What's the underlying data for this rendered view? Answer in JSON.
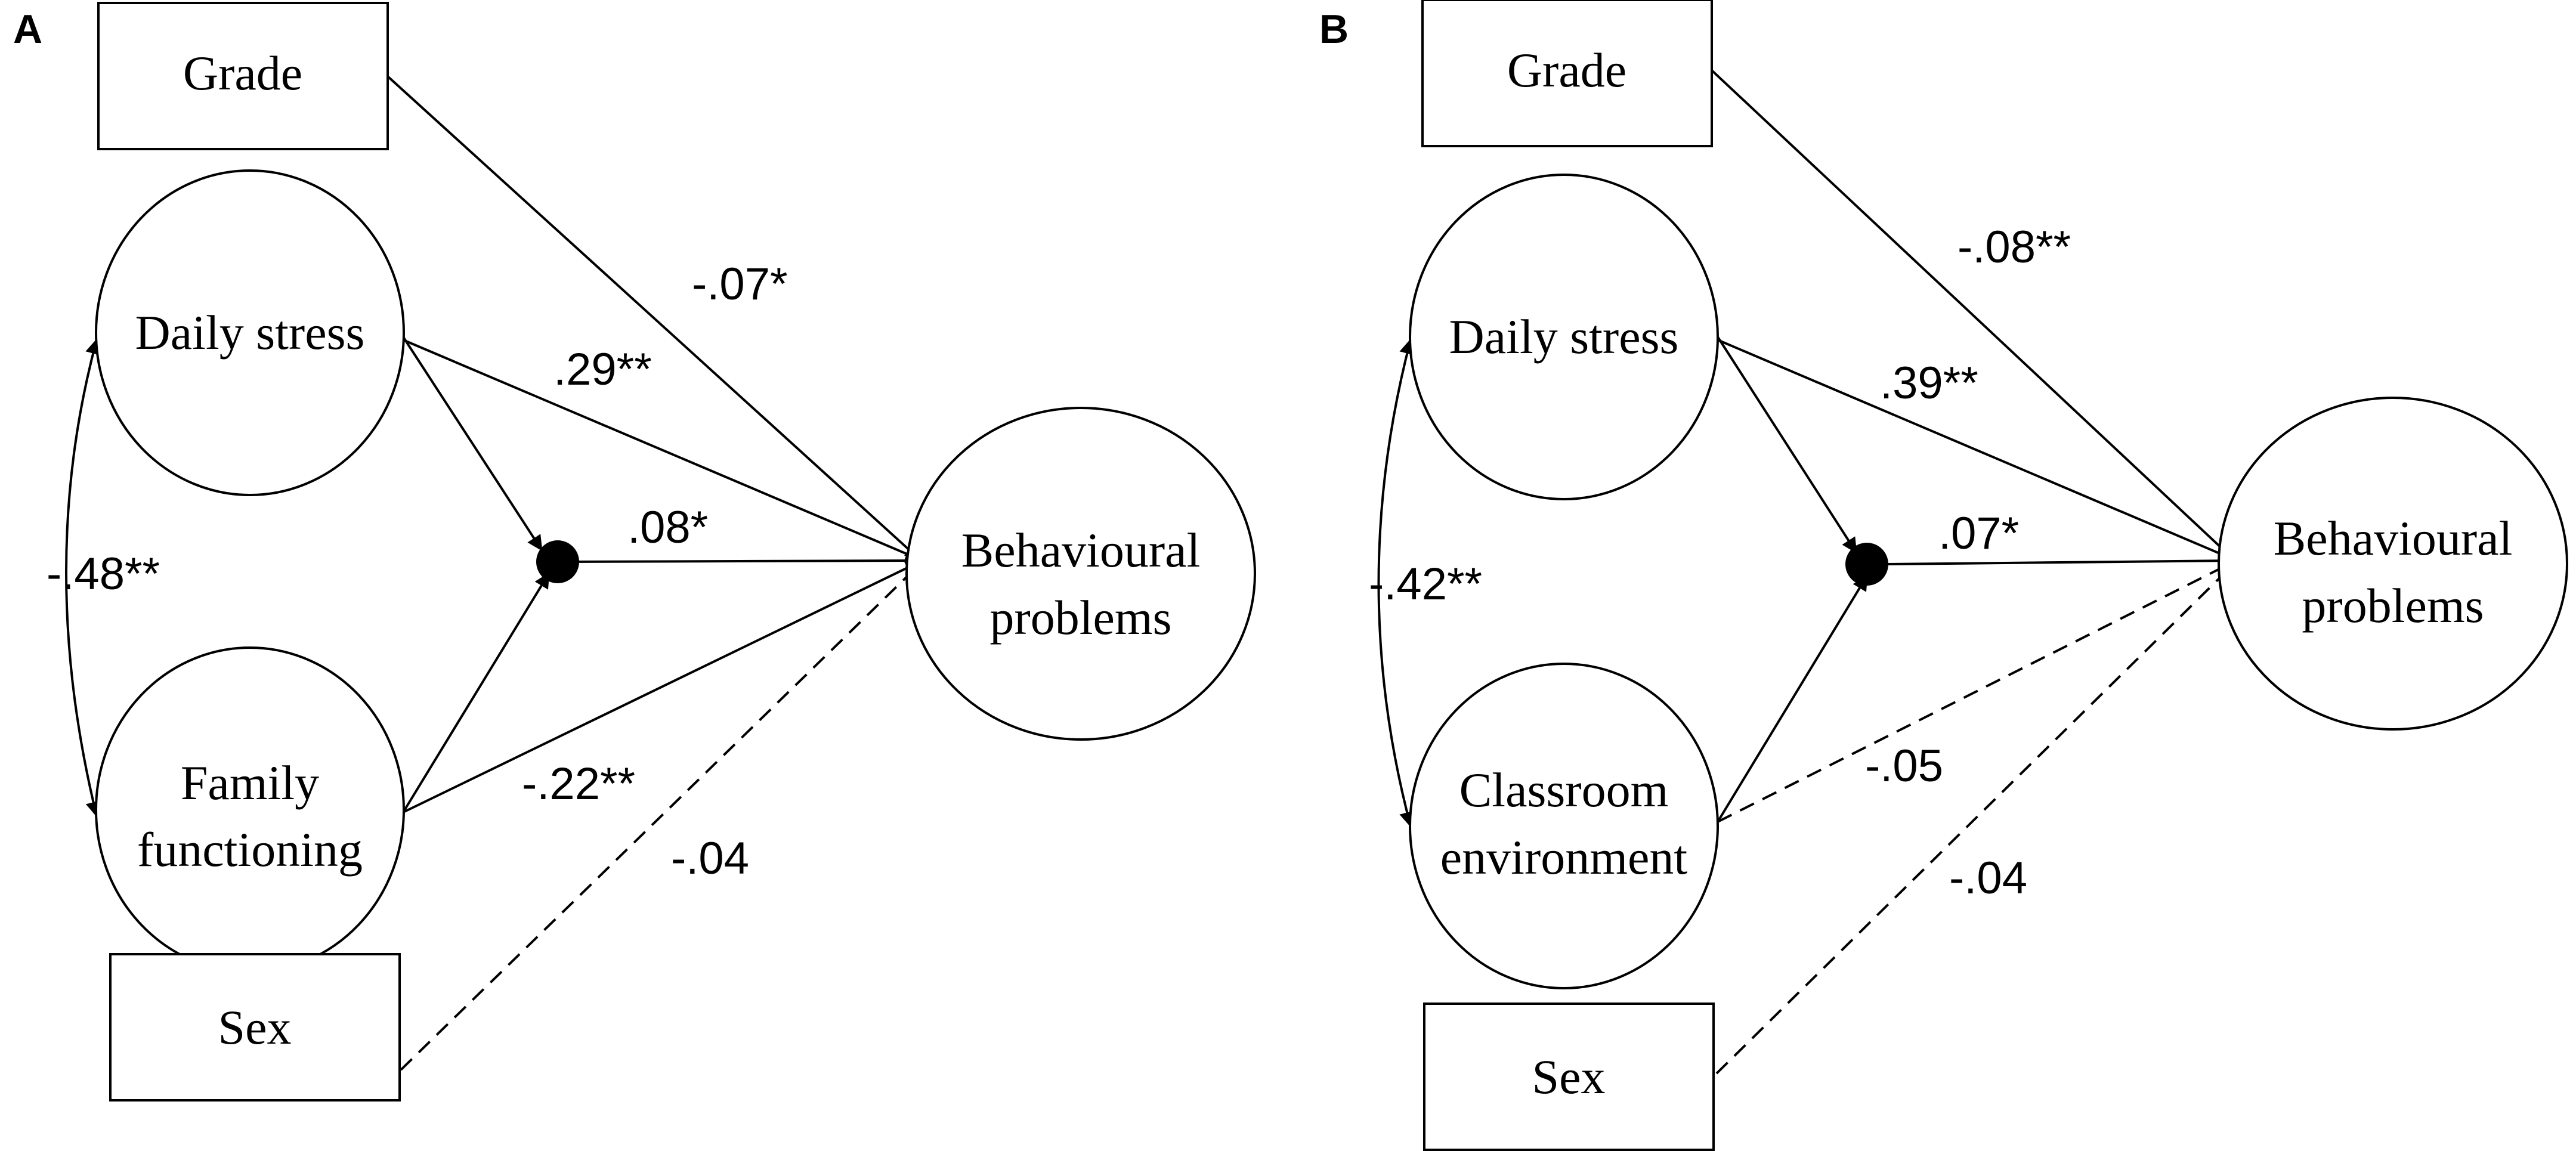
{
  "panels": [
    {
      "label": "A",
      "grade": "Grade",
      "daily_stress": "Daily stress",
      "moderator": [
        "Family",
        "functioning"
      ],
      "sex": "Sex",
      "outcome": [
        "Behavioural",
        "problems"
      ],
      "coef_grade": "-.07*",
      "coef_stress": ".29**",
      "coef_interaction": ".08*",
      "coef_moderator": "-.22**",
      "coef_sex": "-.04",
      "coef_covariance": "-.48**"
    },
    {
      "label": "B",
      "grade": "Grade",
      "daily_stress": "Daily stress",
      "moderator": [
        "Classroom",
        "environment"
      ],
      "sex": "Sex",
      "outcome": [
        "Behavioural",
        "problems"
      ],
      "coef_grade": "-.08**",
      "coef_stress": ".39**",
      "coef_interaction": ".07*",
      "coef_moderator": "-.05",
      "coef_sex": "-.04",
      "coef_covariance": "-.42**"
    }
  ],
  "paths": {
    "grade_to_outcome": "solid",
    "stress_to_outcome": "solid",
    "interaction_to_outcome": "solid",
    "moderator_to_outcome_A": "solid",
    "moderator_to_outcome_B": "dashed",
    "sex_to_outcome": "dashed"
  }
}
